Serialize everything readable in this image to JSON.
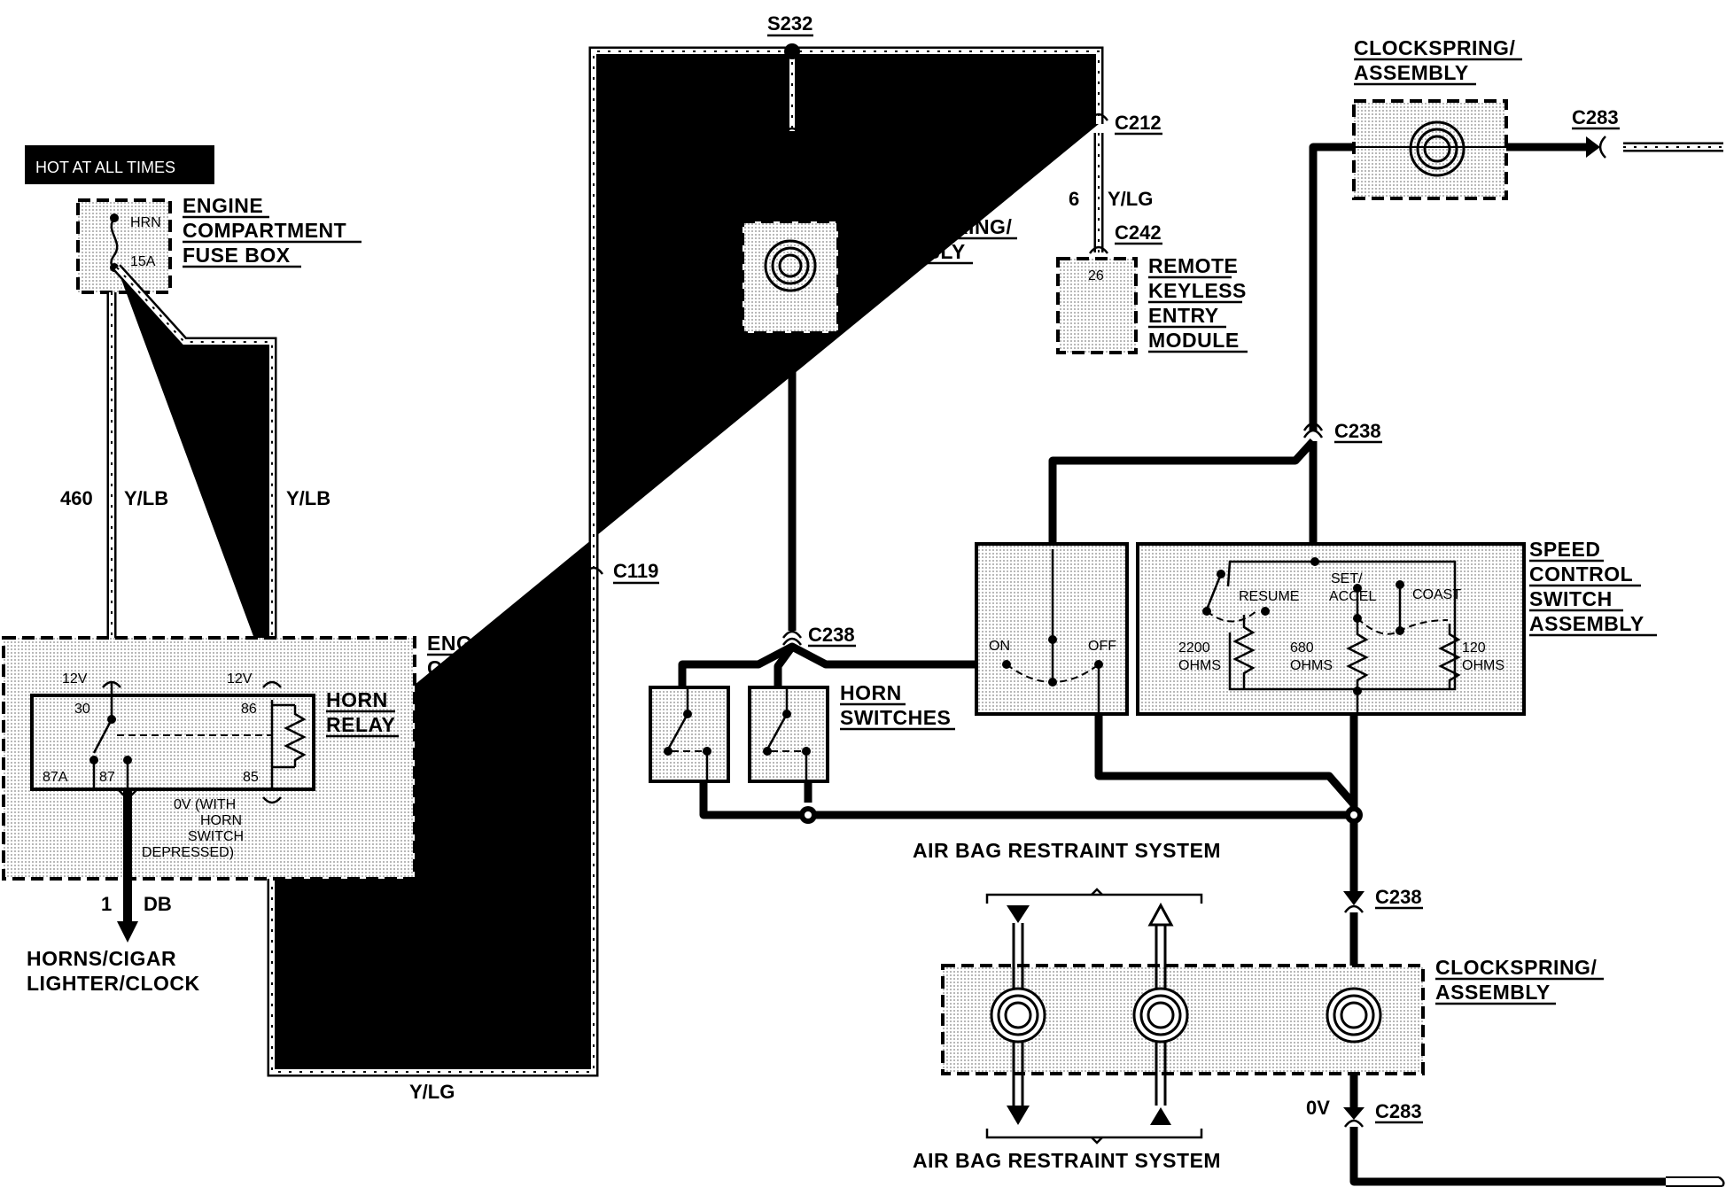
{
  "hot_label": "HOT AT ALL TIMES",
  "fuse": {
    "title": [
      "ENGINE",
      "COMPARTMENT",
      "FUSE BOX"
    ],
    "name": "HRN",
    "rating": "15A"
  },
  "relay_box": {
    "title": [
      "ENGINE",
      "COMPART-",
      "MENT",
      "FUSE BOX"
    ],
    "relay_label": [
      "HORN",
      "RELAY"
    ],
    "pins": {
      "p30": "30",
      "p86": "86",
      "p87a": "87A",
      "p87": "87",
      "p85": "85"
    },
    "v_left": "12V",
    "v_right": "12V",
    "note": [
      "0V (WITH",
      "HORN",
      "SWITCH",
      "DEPRESSED)"
    ]
  },
  "wires": {
    "w460_left": {
      "num": "460",
      "color": "Y/LB"
    },
    "w460_right": {
      "num": "460",
      "color": "Y/LB"
    },
    "w1": {
      "num": "1",
      "color": "DB"
    },
    "w6_bottom": {
      "num": "6",
      "color": "Y/LG"
    },
    "w6_top": {
      "num": "6",
      "color": "Y/LG"
    },
    "w6_rke": {
      "num": "6",
      "color": "Y/LG"
    }
  },
  "horns_label": [
    "HORNS/CIGAR",
    "LIGHTER/CLOCK"
  ],
  "connectors": {
    "s232": "S232",
    "c283_top": "C283",
    "c212": "C212",
    "c242": "C242",
    "c119": "C119",
    "c238_horn": "C238",
    "c238_right": "C238",
    "c283_right": "C283",
    "c238_lower": "C238",
    "c283_bottom": "C283"
  },
  "clockspring_mid": [
    "CLOCKSPRING/",
    "ASSEMBLY"
  ],
  "clockspring_top": [
    "CLOCKSPRING/",
    "ASSEMBLY"
  ],
  "clockspring_bottom": [
    "CLOCKSPRING/",
    "ASSEMBLY"
  ],
  "rke": {
    "title": [
      "REMOTE",
      "KEYLESS",
      "ENTRY",
      "MODULE"
    ],
    "pin": "26"
  },
  "horn_switches": [
    "HORN",
    "SWITCHES"
  ],
  "speed_control": {
    "title": [
      "SPEED",
      "CONTROL",
      "SWITCH",
      "ASSEMBLY"
    ],
    "on": "ON",
    "off": "OFF",
    "resume": "RESUME",
    "set_accel": [
      "SET/",
      "ACCEL"
    ],
    "coast": "COAST",
    "r1": [
      "2200",
      "OHMS"
    ],
    "r2": [
      "680",
      "OHMS"
    ],
    "r3": [
      "120",
      "OHMS"
    ]
  },
  "air_bag_top": "AIR BAG RESTRAINT SYSTEM",
  "air_bag_bottom": "AIR BAG RESTRAINT SYSTEM",
  "ov_label": "0V"
}
